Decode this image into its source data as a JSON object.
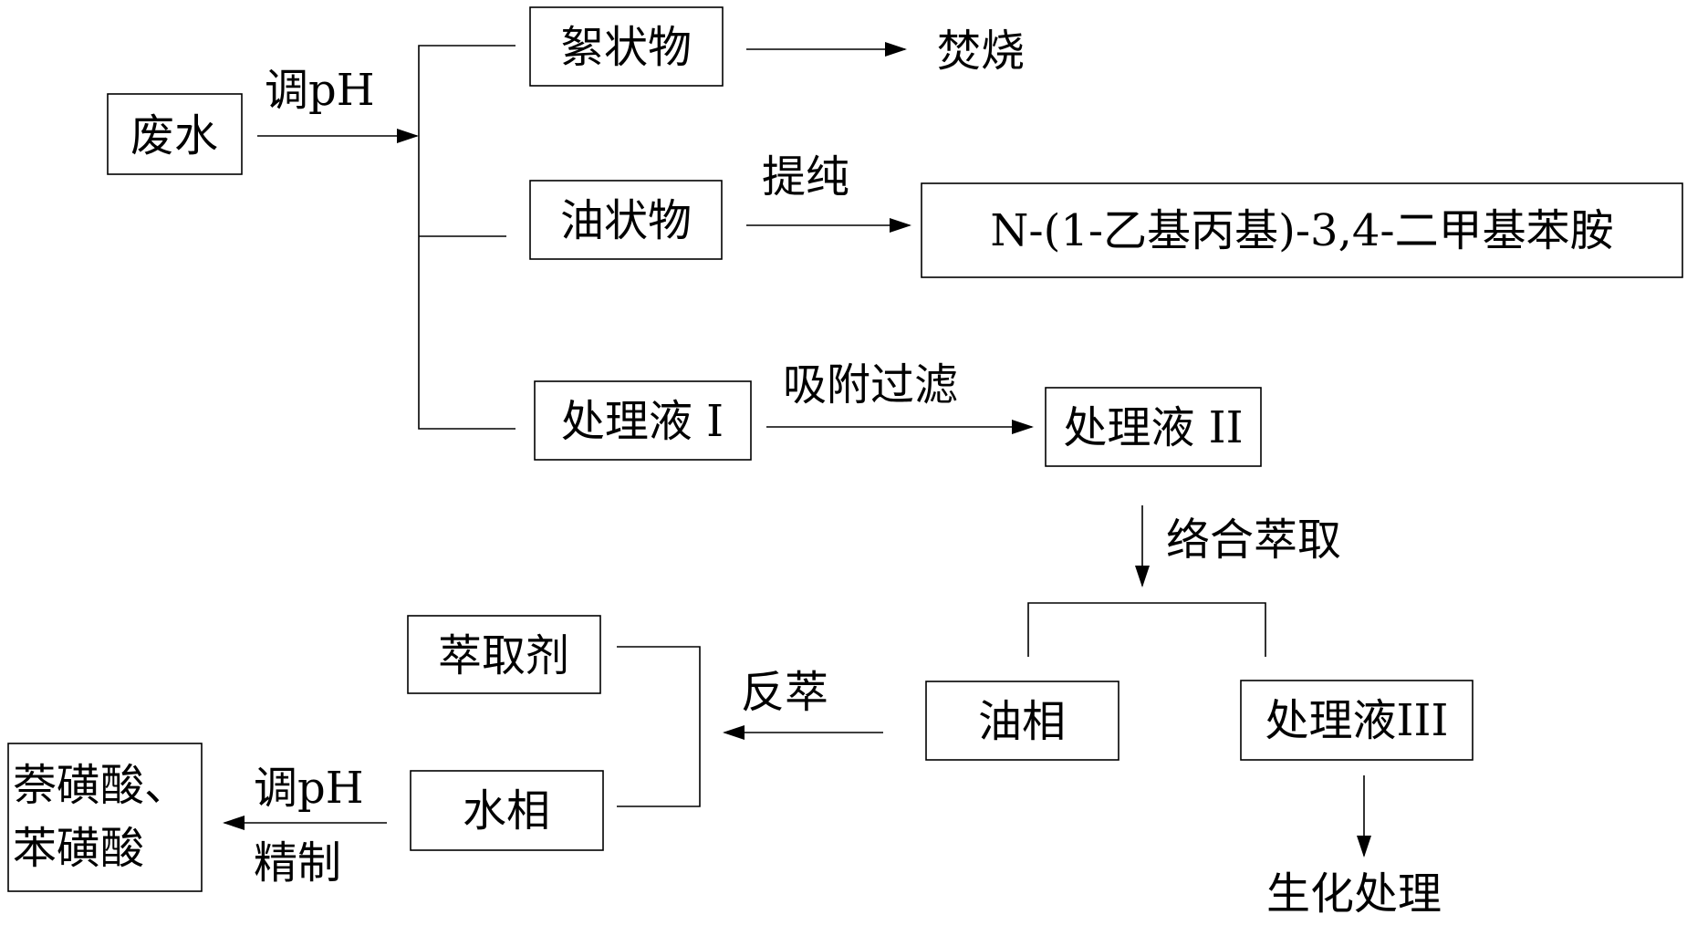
{
  "nodes": {
    "wastewater": "废水",
    "floc": "絮状物",
    "incineration": "焚烧",
    "oily": "油状物",
    "product_amine": "N-(1-乙基丙基)-3,4-二甲基苯胺",
    "treated_1": "处理液 I",
    "treated_2": "处理液 II",
    "oil_phase": "油相",
    "treated_3": "处理液III",
    "biochem": "生化处理",
    "extractant": "萃取剂",
    "aqueous_phase": "水相",
    "sulfonic_acids_line1": "萘磺酸、",
    "sulfonic_acids_line2": "苯磺酸"
  },
  "edges": {
    "adjust_ph_1": "调pH",
    "purify": "提纯",
    "adsorb_filter": "吸附过滤",
    "complex_extract": "络合萃取",
    "back_extract": "反萃",
    "adjust_ph_2": "调pH",
    "refine": "精制"
  }
}
